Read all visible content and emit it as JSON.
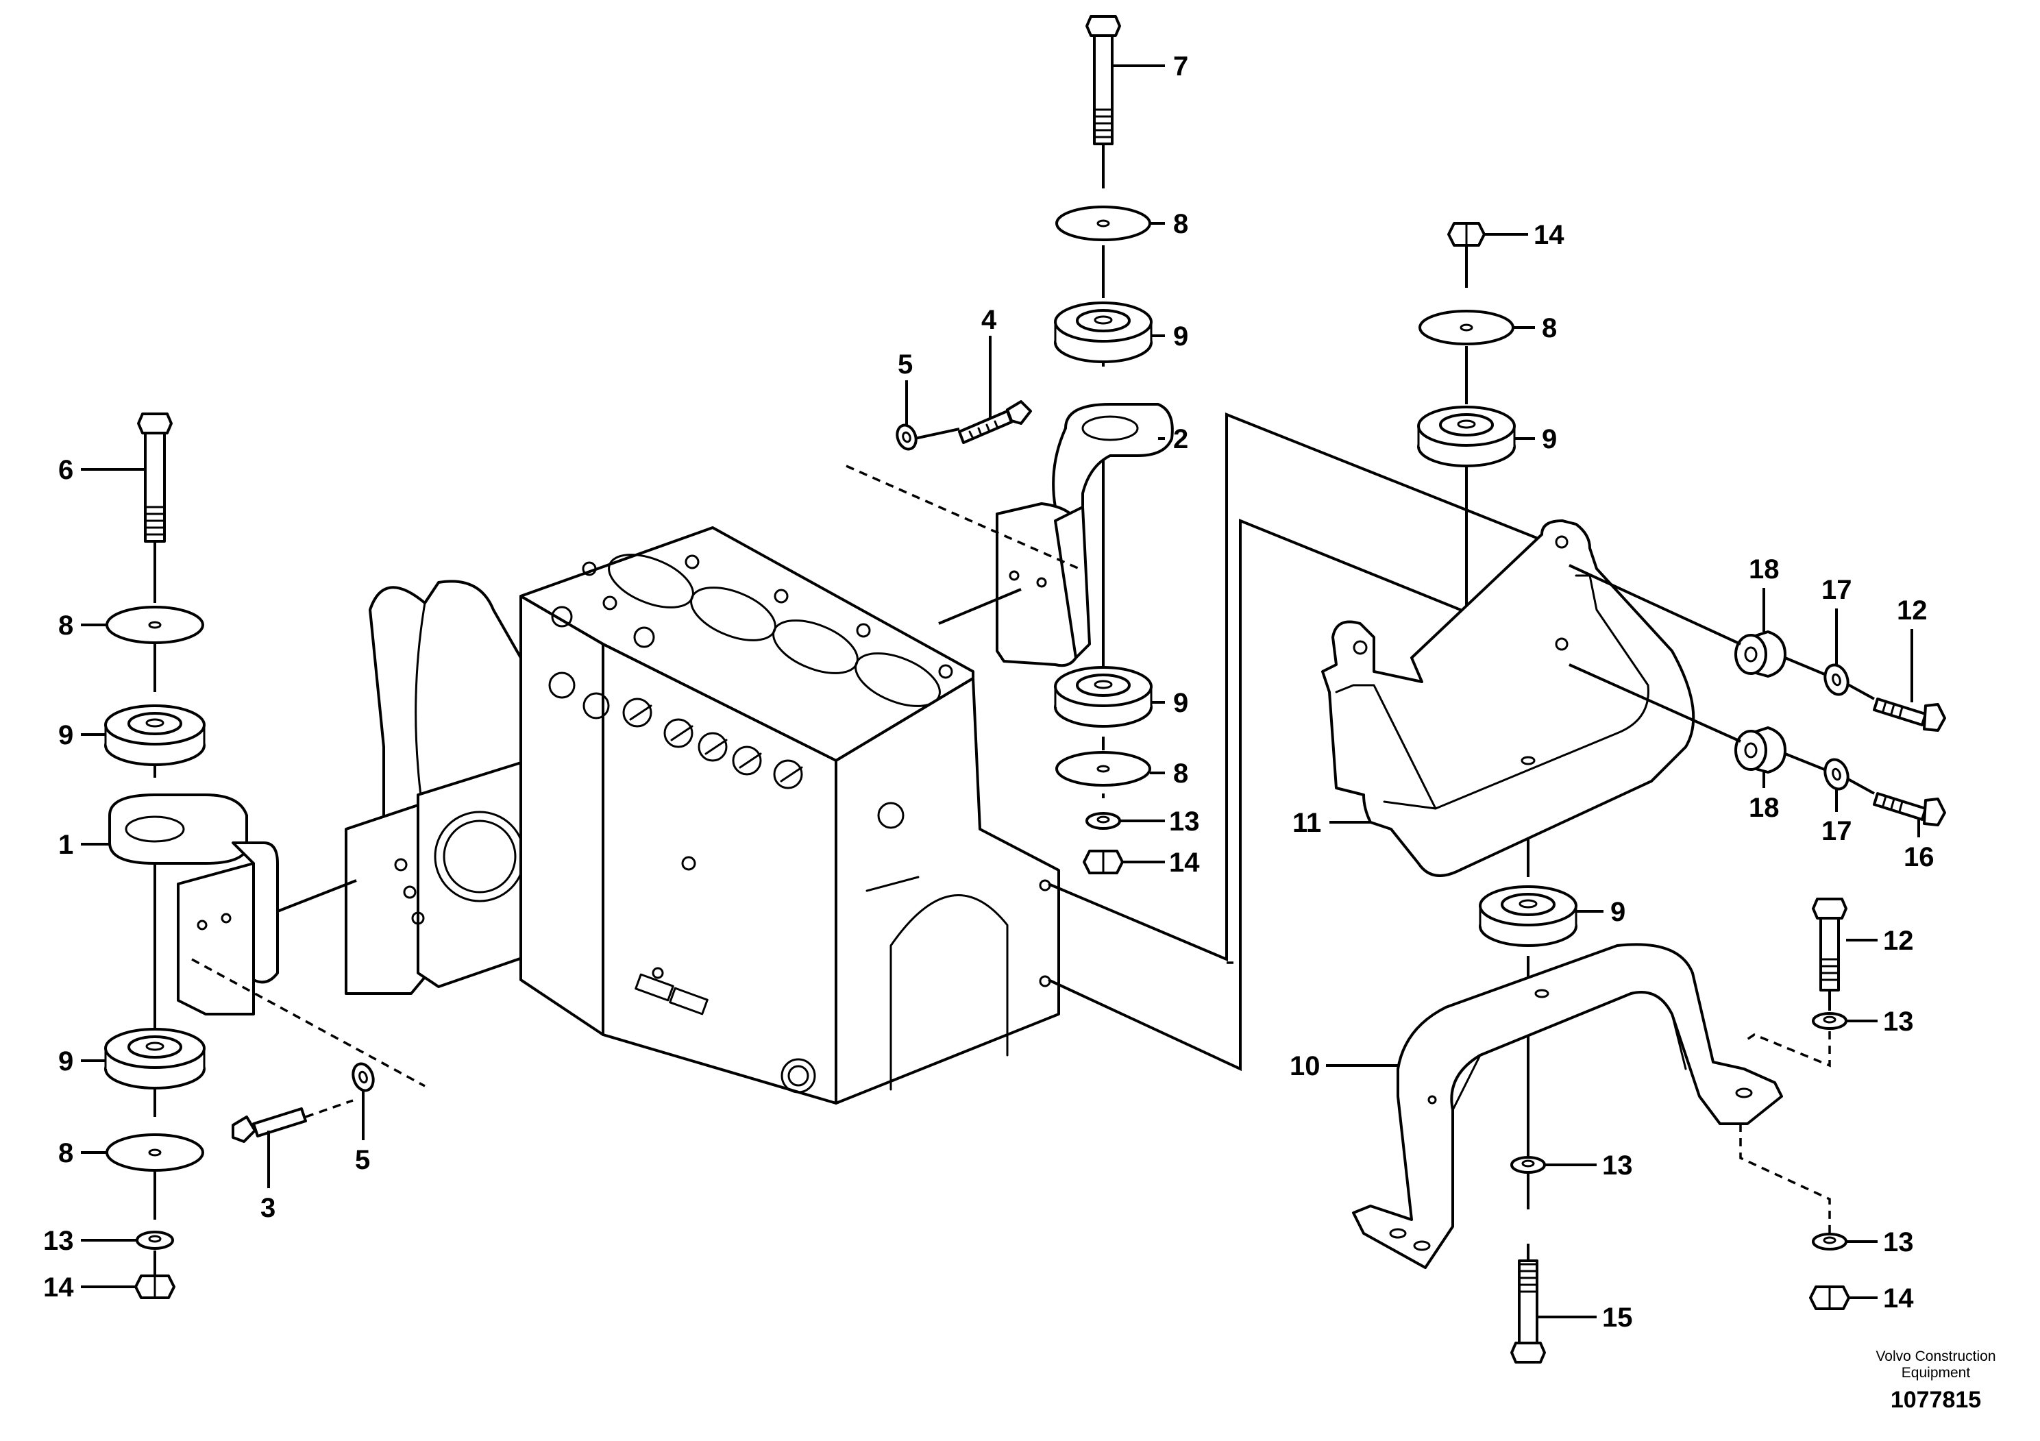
{
  "callouts": [
    {
      "id": "c-7",
      "label": "7"
    },
    {
      "id": "c-8-top",
      "label": "8"
    },
    {
      "id": "c-9-top",
      "label": "9"
    },
    {
      "id": "c-4",
      "label": "4"
    },
    {
      "id": "c-5-top",
      "label": "5"
    },
    {
      "id": "c-2",
      "label": "2"
    },
    {
      "id": "c-9-mid",
      "label": "9"
    },
    {
      "id": "c-8-mid",
      "label": "8"
    },
    {
      "id": "c-13-mid",
      "label": "13"
    },
    {
      "id": "c-14-mid",
      "label": "14"
    },
    {
      "id": "c-6",
      "label": "6"
    },
    {
      "id": "c-8-left-top",
      "label": "8"
    },
    {
      "id": "c-9-left-top",
      "label": "9"
    },
    {
      "id": "c-1",
      "label": "1"
    },
    {
      "id": "c-9-left-bottom",
      "label": "9"
    },
    {
      "id": "c-8-left-bottom",
      "label": "8"
    },
    {
      "id": "c-13-left",
      "label": "13"
    },
    {
      "id": "c-14-left",
      "label": "14"
    },
    {
      "id": "c-3",
      "label": "3"
    },
    {
      "id": "c-5-bottom",
      "label": "5"
    },
    {
      "id": "c-14-right-top",
      "label": "14"
    },
    {
      "id": "c-8-right",
      "label": "8"
    },
    {
      "id": "c-9-right-top",
      "label": "9"
    },
    {
      "id": "c-18-top",
      "label": "18"
    },
    {
      "id": "c-17-top",
      "label": "17"
    },
    {
      "id": "c-12-top",
      "label": "12"
    },
    {
      "id": "c-18-bottom",
      "label": "18"
    },
    {
      "id": "c-17-bottom",
      "label": "17"
    },
    {
      "id": "c-16",
      "label": "16"
    },
    {
      "id": "c-11",
      "label": "11"
    },
    {
      "id": "c-9-right-bottom",
      "label": "9"
    },
    {
      "id": "c-12-bottom",
      "label": "12"
    },
    {
      "id": "c-13-right-top",
      "label": "13"
    },
    {
      "id": "c-10",
      "label": "10"
    },
    {
      "id": "c-13-center",
      "label": "13"
    },
    {
      "id": "c-13-right-bottom",
      "label": "13"
    },
    {
      "id": "c-14-right-bottom",
      "label": "14"
    },
    {
      "id": "c-15",
      "label": "15"
    }
  ],
  "footer": {
    "brand_line1": "Volvo Construction",
    "brand_line2": "Equipment",
    "reference": "1077815"
  }
}
